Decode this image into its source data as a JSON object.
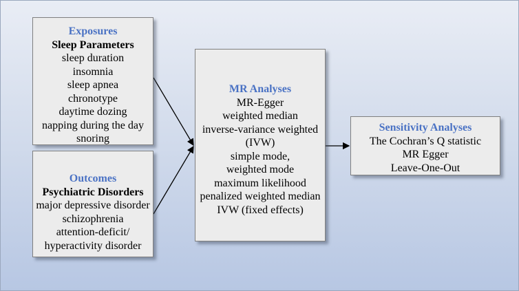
{
  "exposures": {
    "heading": "Exposures",
    "subheading": "Sleep Parameters",
    "items": [
      "sleep duration",
      "insomnia",
      "sleep apnea",
      "chronotype",
      "daytime dozing",
      "napping during the day",
      "snoring"
    ]
  },
  "outcomes": {
    "heading": "Outcomes",
    "subheading": "Psychiatric Disorders",
    "items": [
      "major depressive disorder",
      "schizophrenia",
      "attention-deficit/",
      "hyperactivity disorder"
    ]
  },
  "mr_analyses": {
    "heading": "MR Analyses",
    "items": [
      "MR-Egger",
      "weighted median",
      "inverse-variance weighted",
      "(IVW)",
      "simple mode,",
      "weighted mode",
      "maximum likelihood",
      "penalized weighted median",
      "IVW (fixed effects)"
    ]
  },
  "sensitivity": {
    "heading": "Sensitivity Analyses",
    "items": [
      "The Cochran’s Q statistic",
      "MR Egger",
      "Leave-One-Out"
    ]
  },
  "colors": {
    "heading": "#4a72c4",
    "box_fill": "#ececec",
    "arrow": "#000000"
  }
}
